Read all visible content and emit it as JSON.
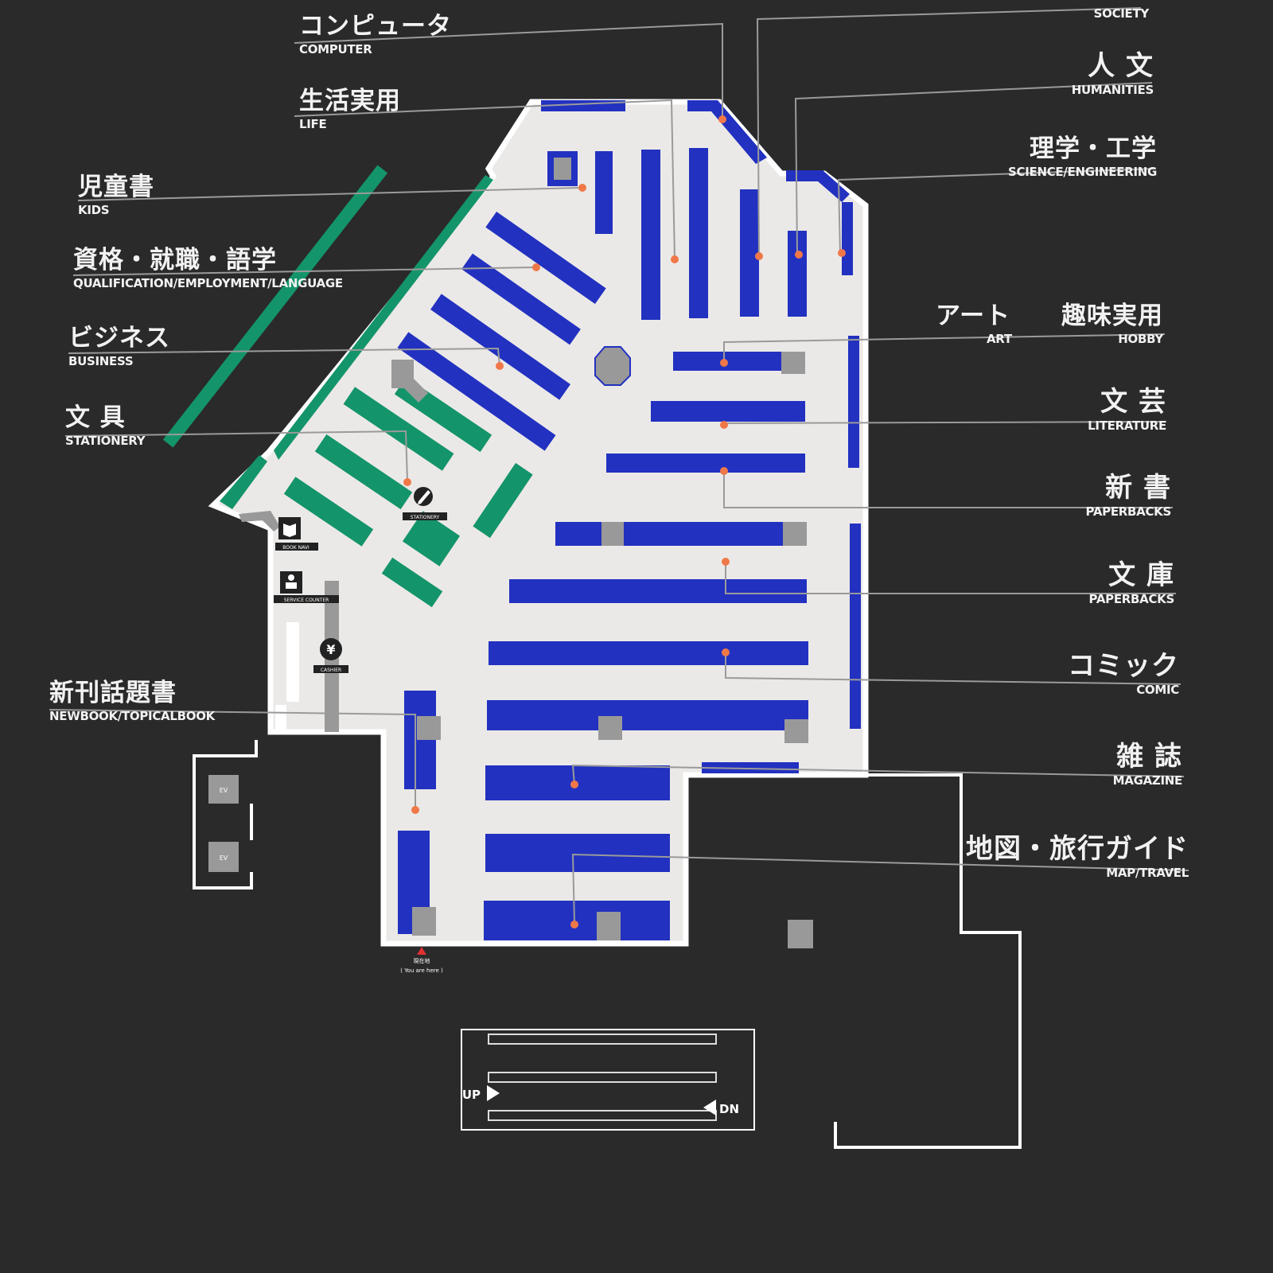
{
  "map": {
    "colors": {
      "background": "#2a2a2a",
      "floor": "#ebe9e7",
      "wall": "#ffffff",
      "shelf_blue": "#2231c0",
      "shelf_green": "#14946a",
      "column_gray": "#999999",
      "leader": "#9a9a9a",
      "marker": "#f07848"
    },
    "sections_left": [
      {
        "id": "computer",
        "jp": "コンピュータ",
        "en": "COMPUTER"
      },
      {
        "id": "life",
        "jp": "生活実用",
        "en": "LIFE"
      },
      {
        "id": "kids",
        "jp": "児童書",
        "en": "KIDS"
      },
      {
        "id": "qualification",
        "jp": "資格・就職・語学",
        "en": "QUALIFICATION/EMPLOYMENT/LANGUAGE"
      },
      {
        "id": "business",
        "jp": "ビジネス",
        "en": "BUSINESS"
      },
      {
        "id": "stationery",
        "jp": "文 具",
        "en": "STATIONERY"
      },
      {
        "id": "newbook",
        "jp": "新刊話題書",
        "en": "NEWBOOK/TOPICALBOOK"
      }
    ],
    "sections_right": [
      {
        "id": "society",
        "jp": "",
        "en": "SOCIETY"
      },
      {
        "id": "humanities",
        "jp": "人 文",
        "en": "HUMANITIES"
      },
      {
        "id": "science",
        "jp": "理学・工学",
        "en": "SCIENCE/ENGINEERING"
      },
      {
        "id": "literature",
        "jp": "文 芸",
        "en": "LITERATURE"
      },
      {
        "id": "paperbacks-shinsho",
        "jp": "新 書",
        "en": "PAPERBACKS"
      },
      {
        "id": "paperbacks-bunko",
        "jp": "文 庫",
        "en": "PAPERBACKS"
      },
      {
        "id": "comic",
        "jp": "コミック",
        "en": "COMIC"
      },
      {
        "id": "magazine",
        "jp": "雑 誌",
        "en": "MAGAZINE"
      },
      {
        "id": "map-travel",
        "jp": "地図・旅行ガイド",
        "en": "MAP/TRAVEL"
      }
    ],
    "art_hobby": {
      "art_jp": "アート",
      "art_en": "ART",
      "hobby_jp": "趣味実用",
      "hobby_en": "HOBBY"
    },
    "facilities": {
      "stationery_icon": "pencil-icon",
      "stationery_label": "STATIONERY",
      "book_navi_icon": "book-icon",
      "book_navi_label": "BOOK NAVI",
      "service_counter_icon": "person-icon",
      "service_counter_label": "SERVICE COUNTER",
      "cashier_icon": "yen-icon",
      "cashier_symbol": "¥",
      "cashier_label": "CASHIER",
      "elevator_label": "EV",
      "you_are_here_jp": "現在地",
      "you_are_here_en": "( You are here )",
      "escalator_up": "UP",
      "escalator_down": "DN"
    }
  }
}
